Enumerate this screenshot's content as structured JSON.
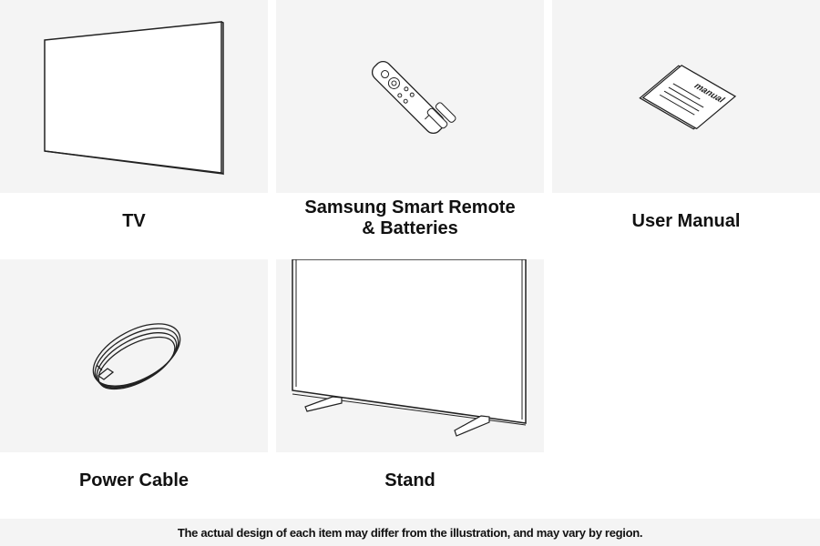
{
  "items": [
    {
      "label": "TV",
      "icon": "tv-icon"
    },
    {
      "label": "Samsung Smart Remote\n& Batteries",
      "icon": "remote-batteries-icon"
    },
    {
      "label": "User Manual",
      "icon": "manual-icon"
    },
    {
      "label": "Power Cable",
      "icon": "power-cable-icon"
    },
    {
      "label": "Stand",
      "icon": "stand-icon"
    }
  ],
  "manual_cover_text": "manual",
  "footer": {
    "note": "The actual design of each item may differ from the illustration, and may vary by region."
  },
  "colors": {
    "tile_bg": "#f4f4f4",
    "line": "#222222",
    "text": "#111111"
  }
}
